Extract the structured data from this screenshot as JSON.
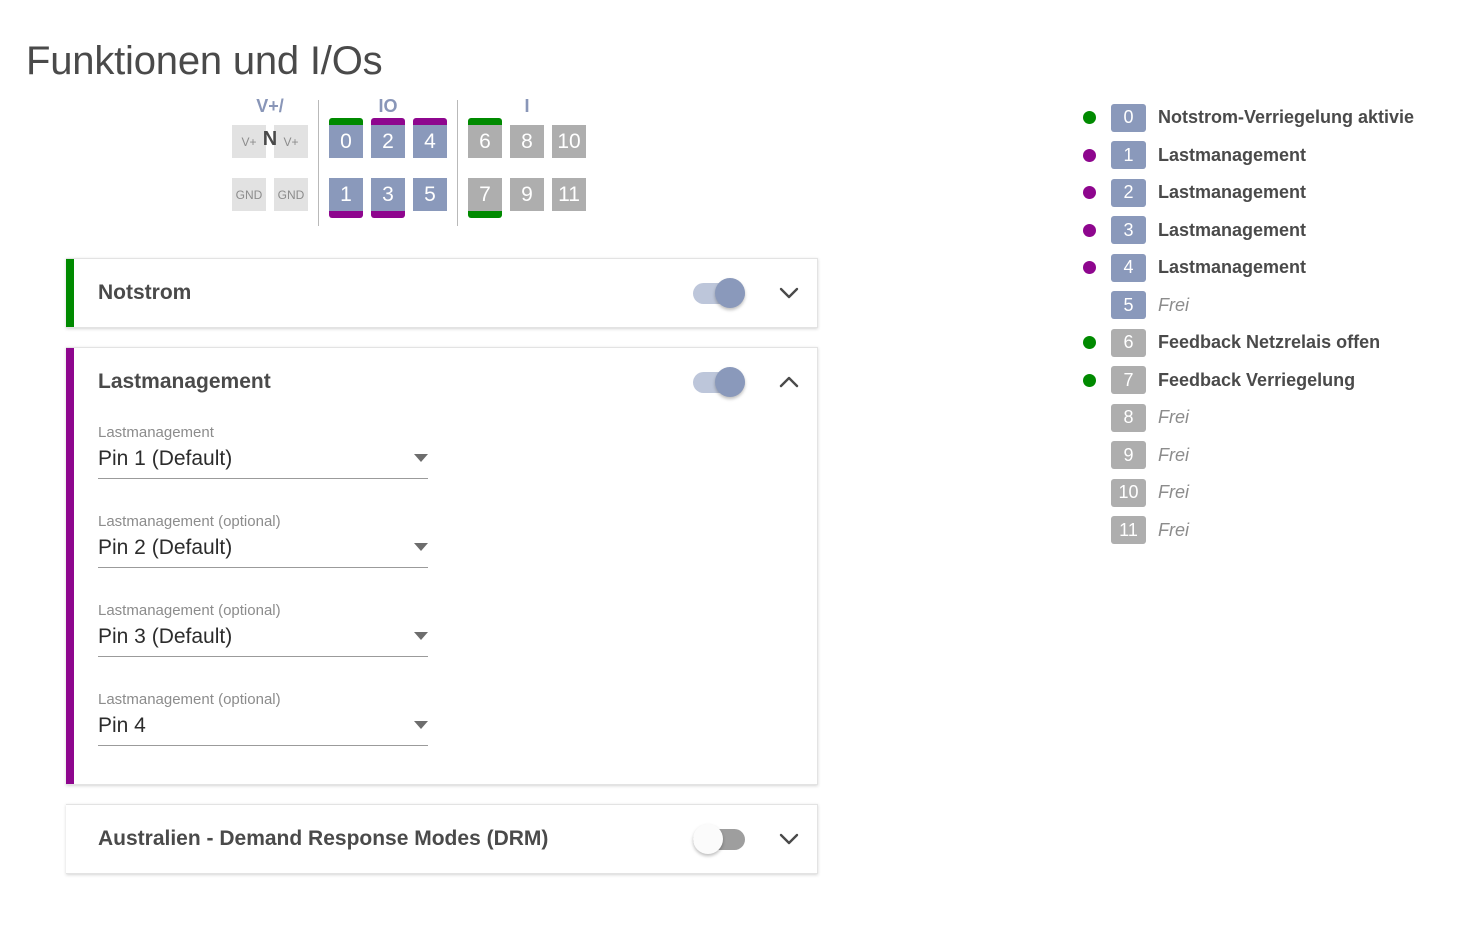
{
  "page": {
    "title": "Funktionen und I/Os"
  },
  "pin_diagram": {
    "groups": [
      {
        "header": "V+/",
        "header_overlay": "N",
        "type": "power",
        "columns": [
          {
            "top": {
              "label": "V+",
              "bar_top": "",
              "bar_bottom": ""
            },
            "bottom": {
              "label": "GND",
              "bar_top": "",
              "bar_bottom": ""
            }
          },
          {
            "top": {
              "label": "V+",
              "bar_top": "",
              "bar_bottom": ""
            },
            "bottom": {
              "label": "GND",
              "bar_top": "",
              "bar_bottom": ""
            }
          }
        ]
      },
      {
        "header": "IO",
        "type": "io",
        "columns": [
          {
            "top": {
              "label": "0",
              "bar_top": "#008a00",
              "bar_bottom": ""
            },
            "bottom": {
              "label": "1",
              "bar_top": "",
              "bar_bottom": "#8e068e"
            }
          },
          {
            "top": {
              "label": "2",
              "bar_top": "#8e068e",
              "bar_bottom": ""
            },
            "bottom": {
              "label": "3",
              "bar_top": "",
              "bar_bottom": "#8e068e"
            }
          },
          {
            "top": {
              "label": "4",
              "bar_top": "#8e068e",
              "bar_bottom": ""
            },
            "bottom": {
              "label": "5",
              "bar_top": "",
              "bar_bottom": ""
            }
          }
        ]
      },
      {
        "header": "I",
        "type": "i",
        "columns": [
          {
            "top": {
              "label": "6",
              "bar_top": "#008a00",
              "bar_bottom": ""
            },
            "bottom": {
              "label": "7",
              "bar_top": "",
              "bar_bottom": "#008a00"
            }
          },
          {
            "top": {
              "label": "8",
              "bar_top": "",
              "bar_bottom": ""
            },
            "bottom": {
              "label": "9",
              "bar_top": "",
              "bar_bottom": ""
            }
          },
          {
            "top": {
              "label": "10",
              "bar_top": "",
              "bar_bottom": ""
            },
            "bottom": {
              "label": "11",
              "bar_top": "",
              "bar_bottom": ""
            }
          }
        ]
      }
    ]
  },
  "legend": {
    "items": [
      {
        "dot": "green",
        "num": "0",
        "chip": "io",
        "label": "Notstrom-Verriegelung aktivie",
        "free": false
      },
      {
        "dot": "purple",
        "num": "1",
        "chip": "io",
        "label": "Lastmanagement",
        "free": false
      },
      {
        "dot": "purple",
        "num": "2",
        "chip": "io",
        "label": "Lastmanagement",
        "free": false
      },
      {
        "dot": "purple",
        "num": "3",
        "chip": "io",
        "label": "Lastmanagement",
        "free": false
      },
      {
        "dot": "purple",
        "num": "4",
        "chip": "io",
        "label": "Lastmanagement",
        "free": false
      },
      {
        "dot": "none",
        "num": "5",
        "chip": "io",
        "label": "Frei",
        "free": true
      },
      {
        "dot": "green",
        "num": "6",
        "chip": "i",
        "label": "Feedback Netzrelais offen",
        "free": false
      },
      {
        "dot": "green",
        "num": "7",
        "chip": "i",
        "label": "Feedback Verriegelung",
        "free": false
      },
      {
        "dot": "none",
        "num": "8",
        "chip": "i",
        "label": "Frei",
        "free": true
      },
      {
        "dot": "none",
        "num": "9",
        "chip": "i",
        "label": "Frei",
        "free": true
      },
      {
        "dot": "none",
        "num": "10",
        "chip": "i",
        "label": "Frei",
        "free": true
      },
      {
        "dot": "none",
        "num": "11",
        "chip": "i",
        "label": "Frei",
        "free": true
      }
    ]
  },
  "cards": [
    {
      "id": "notstrom",
      "title": "Notstrom",
      "accent": "#008a00",
      "toggle": "on",
      "expanded": false,
      "chevron": "chevron-down",
      "fields": []
    },
    {
      "id": "lastmanagement",
      "title": "Lastmanagement",
      "accent": "#8e068e",
      "toggle": "on",
      "expanded": true,
      "chevron": "chevron-up",
      "fields": [
        {
          "label": "Lastmanagement",
          "value": "Pin 1 (Default)"
        },
        {
          "label": "Lastmanagement (optional)",
          "value": "Pin 2 (Default)"
        },
        {
          "label": "Lastmanagement (optional)",
          "value": "Pin 3 (Default)"
        },
        {
          "label": "Lastmanagement (optional)",
          "value": "Pin 4"
        }
      ]
    },
    {
      "id": "drm",
      "title": "Australien - Demand Response Modes (DRM)",
      "accent": "#ffffff",
      "toggle": "off",
      "expanded": false,
      "chevron": "chevron-down",
      "fields": []
    }
  ],
  "colors": {
    "io_chip": "#8a99bb",
    "i_chip": "#aeaeae",
    "power_chip": "#e2e2e2",
    "green": "#008a00",
    "purple": "#8e068e",
    "text": "#4a4a4a",
    "muted": "#8c8c8c"
  }
}
